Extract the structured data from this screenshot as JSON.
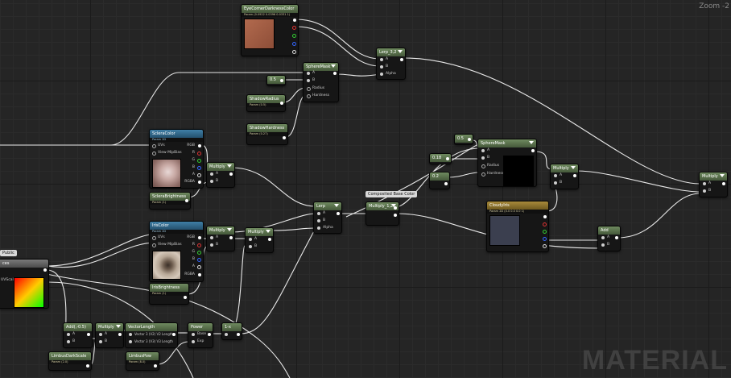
{
  "zoom_label": "Zoom -2",
  "watermark": "MATERIAL",
  "tags": {
    "composited": "Composited Base Color",
    "public": "Public"
  },
  "nodes": {
    "eye_corner": {
      "title": "EyeCornerDarknessColor",
      "sub": "Param (0.0922 0.0396 0.0331 1)"
    },
    "lerp_top": {
      "title": "Lerp_3,2"
    },
    "sphere_mask_1": {
      "title": "SphereMask"
    },
    "const_0_5": {
      "title": "0.5"
    },
    "shadow_radius": {
      "title": "ShadowRadius",
      "sub": "Param (0.5)"
    },
    "shadow_hardness": {
      "title": "ShadowHardness",
      "sub": "Param (0.27)"
    },
    "sclera_color": {
      "title": "ScleraColor",
      "sub": "Param 2D"
    },
    "multiply_1": {
      "title": "Multiply"
    },
    "sclera_brightness": {
      "title": "ScleraBrightness",
      "sub": "Param (1)"
    },
    "const_0_5b": {
      "title": "0.5"
    },
    "const_0_18": {
      "title": "0.18"
    },
    "const_0_2": {
      "title": "0.2"
    },
    "sphere_mask_2": {
      "title": "SphereMask"
    },
    "multiply_right": {
      "title": "Multiply"
    },
    "multiply_far": {
      "title": "Multiply"
    },
    "iris_color": {
      "title": "IrisColor",
      "sub": "Param 2D"
    },
    "multiply_2": {
      "title": "Multiply"
    },
    "multiply_3": {
      "title": "Multiply"
    },
    "lerp_mid": {
      "title": "Lerp"
    },
    "multiply_lerp": {
      "title": "Multiply_1,2"
    },
    "cloudy_iris": {
      "title": "CloudyIris",
      "sub": "Param 2D (0.0 0.0 0.0 1)"
    },
    "add_right": {
      "title": "Add"
    },
    "iris_brightness": {
      "title": "IrisBrightness",
      "sub": "Param (1)"
    },
    "left_node": {
      "title": "ces",
      "sub": ""
    },
    "add_half": {
      "title": "Add(,-0.5)"
    },
    "multiply_4": {
      "title": "Multiply"
    },
    "vector_length": {
      "title": "VectorLength"
    },
    "power": {
      "title": "Power"
    },
    "one_minus": {
      "title": "1-x"
    },
    "limbus_dark": {
      "title": "LimbusDarkScale",
      "sub": "Param (2.0)"
    },
    "limbus_pow": {
      "title": "LimbusPow",
      "sub": "Param (8.0)"
    }
  },
  "pins": {
    "a": "A",
    "b": "B",
    "alpha": "Alpha",
    "radius": "Radius",
    "hardness": "Hardness",
    "uvs": "UVs",
    "view_mip": "View MipBias",
    "rgb": "RGB",
    "r": "R",
    "g": "G",
    "b_ch": "B",
    "a_ch": "A",
    "rgba": "RGBA",
    "base": "Base",
    "exp": "Exp",
    "uvscale": "UVScale",
    "vec_a": "Vector 3 (V2) V2 Length",
    "vec_b": "Vector 3 (V3) V3 Length"
  }
}
